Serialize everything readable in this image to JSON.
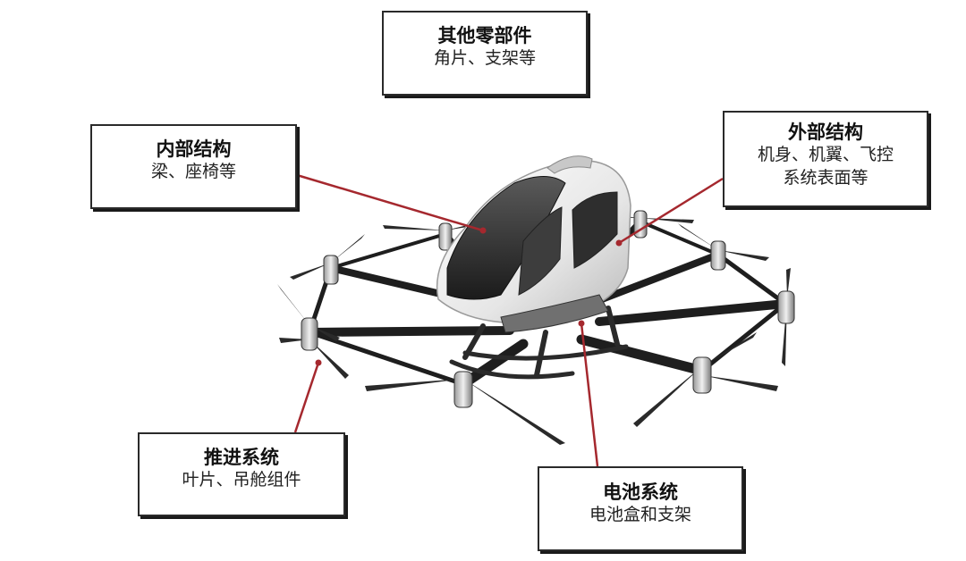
{
  "labels": {
    "other": {
      "title": "其他零部件",
      "desc": "角片、支架等"
    },
    "inner": {
      "title": "内部结构",
      "desc": "梁、座椅等"
    },
    "outer": {
      "title": "外部结构",
      "desc_line1": "机身、机翼、飞控",
      "desc_line2": "系统表面等"
    },
    "propulsion": {
      "title": "推进系统",
      "desc": "叶片、吊舱组件"
    },
    "battery": {
      "title": "电池系统",
      "desc": "电池盒和支架"
    }
  },
  "colors": {
    "leader_line": "#a5282e",
    "fuselage": "#f2f2f2",
    "canopy": "#2b2b2b",
    "arm": "#1e1e1e",
    "box_border": "#2a2a2a"
  }
}
